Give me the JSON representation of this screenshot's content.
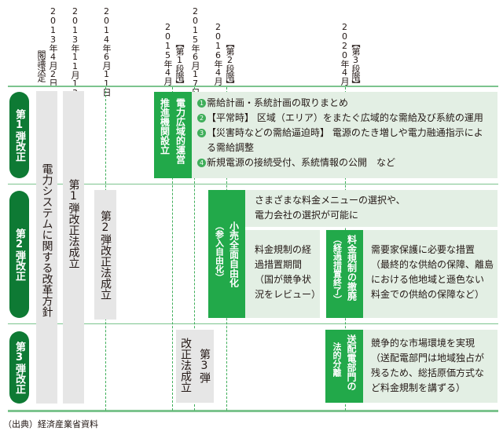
{
  "header": {
    "dates": [
      {
        "label": "閣議決定"
      },
      {
        "label": "2013年4月2日"
      },
      {
        "label": "2013年11月13日"
      },
      {
        "label": "2014年6月11日"
      },
      {
        "label": "2015年4月"
      },
      {
        "label": "【第1段階】"
      },
      {
        "label": "2015年6月17日"
      },
      {
        "label": "2016年4月"
      },
      {
        "label": "【第2段階】"
      },
      {
        "label": "2020年4月"
      },
      {
        "label": "【第3段階】"
      }
    ]
  },
  "rows": [
    {
      "label": "第1弾改正"
    },
    {
      "label": "第2弾改正"
    },
    {
      "label": "第3弾改正"
    }
  ],
  "milestones": {
    "policy": "電力システムに関する改革方針",
    "law1": "第1弾改正法成立",
    "law2": "第2弾改正法成立",
    "law3_a": "第3弾",
    "law3_b": "改正法成立"
  },
  "phase1": {
    "box_line1": "電力広域的運営",
    "box_line2": "推進機関設立",
    "items": [
      {
        "num": "1",
        "text": "需給計画・系統計画の取りまとめ"
      },
      {
        "num": "2",
        "text": "【平常時】 区域（エリア）をまたぐ広域的な需給及び系統の運用"
      },
      {
        "num": "3",
        "text": "【災害時などの需給逼迫時】 電源のたき増しや電力融通指示によ"
      },
      {
        "num": "",
        "text": "る需給調整"
      },
      {
        "num": "4",
        "text": "新規電源の接続受付、系統情報の公開　など"
      }
    ]
  },
  "phase2": {
    "box_line1": "小売全面自由化",
    "box_line2": "（参入自由化）",
    "choice_text": [
      "さまざまな料金メニューの選択や、",
      "電力会社の選択が可能に"
    ],
    "transition_text": [
      "料金規制の経",
      "過措置期間",
      "（国が競争状",
      "況をレビュー）"
    ],
    "abolish_line1": "料金規制の撤廃",
    "abolish_line2": "（経過措置終了）",
    "protection_text": [
      "需要家保護に必要な措置",
      "（最終的な供給の保障、離島",
      "における他地域と遜色ない",
      "料金での供給の保障など）"
    ]
  },
  "phase3": {
    "box_line1": "送配電部門の",
    "box_line2": "法的分離",
    "text": [
      "競争的な市場環境を実現",
      "（送配電部門は地域独占が",
      "残るため、総括原価方式な",
      "ど料金規制を講ずる）"
    ]
  },
  "source": "（出典）経済産業省資料",
  "colors": {
    "dark_green": "#0e7a34",
    "green": "#22a94a",
    "light_green": "#e3efe4",
    "gray": "#e6e6e6",
    "line": "#7cc48e"
  }
}
